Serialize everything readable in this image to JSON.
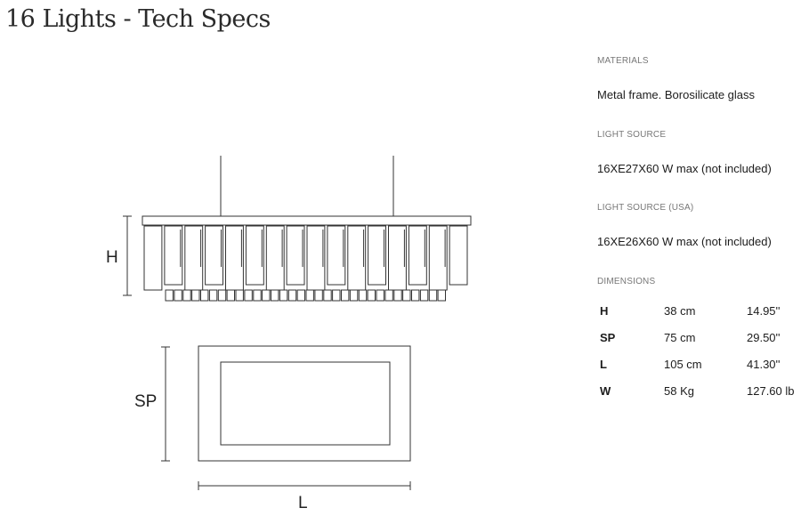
{
  "title": "16 Lights - Tech Specs",
  "drawing": {
    "front_label": "H",
    "top_label_depth": "SP",
    "top_label_length": "L"
  },
  "specs": {
    "materials": {
      "heading": "MATERIALS",
      "value": "Metal frame. Borosilicate glass"
    },
    "light_source": {
      "heading": "LIGHT SOURCE",
      "value": "16XE27X60 W max (not included)"
    },
    "light_source_usa": {
      "heading": "LIGHT SOURCE (USA)",
      "value": "16XE26X60 W max (not included)"
    },
    "dimensions": {
      "heading": "DIMENSIONS",
      "rows": [
        {
          "key": "H",
          "metric": "38 cm",
          "imperial": "14.95''"
        },
        {
          "key": "SP",
          "metric": "75 cm",
          "imperial": "29.50''"
        },
        {
          "key": "L",
          "metric": "105 cm",
          "imperial": "41.30''"
        },
        {
          "key": "W",
          "metric": "58 Kg",
          "imperial": "127.60 lb"
        }
      ]
    }
  }
}
